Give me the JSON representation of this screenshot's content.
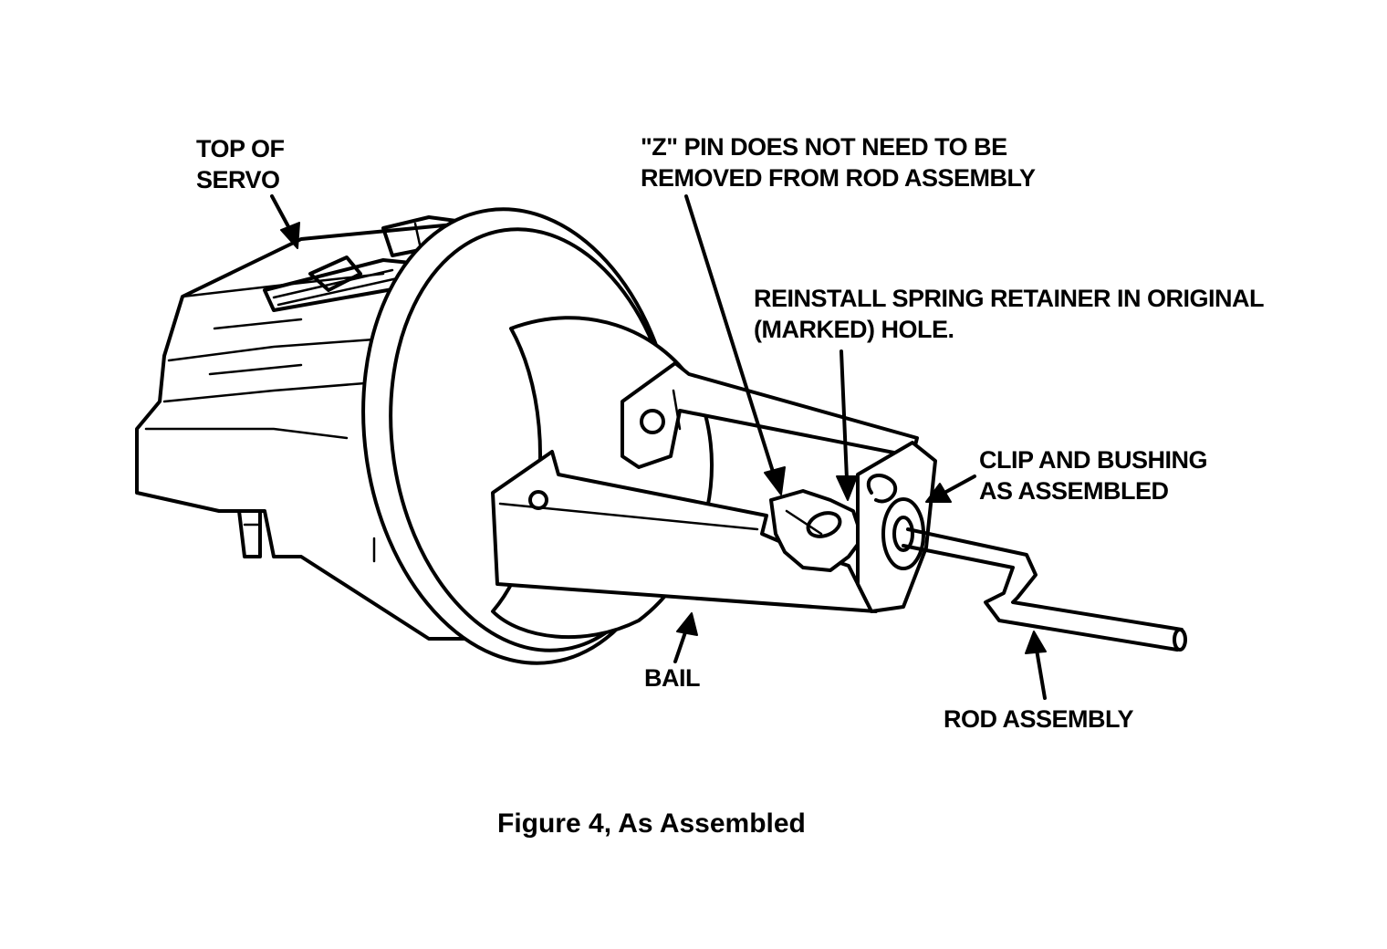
{
  "labels": {
    "top_of_servo_line1": "TOP OF",
    "top_of_servo_line2": "SERVO",
    "z_pin_line1": "\"Z\" PIN DOES NOT NEED TO BE",
    "z_pin_line2": "REMOVED FROM ROD ASSEMBLY",
    "spring_retainer_line1": "REINSTALL SPRING RETAINER IN ORIGINAL",
    "spring_retainer_line2": "(MARKED) HOLE.",
    "clip_bushing_line1": "CLIP AND BUSHING",
    "clip_bushing_line2": "AS ASSEMBLED",
    "bail": "BAIL",
    "rod_assembly": "ROD ASSEMBLY"
  },
  "caption": "Figure 4, As Assembled"
}
